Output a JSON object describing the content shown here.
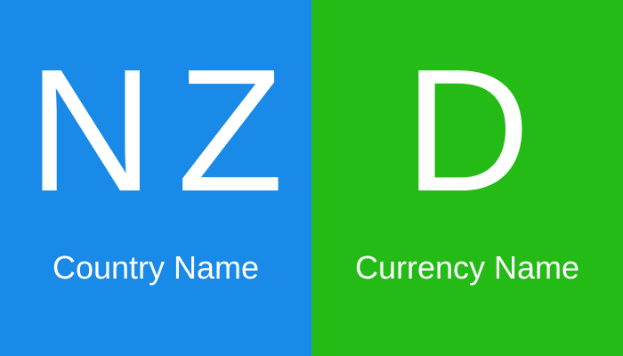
{
  "left_panel": {
    "code": "NZ",
    "label": "Country Name",
    "bg_color": "#1a8ae8"
  },
  "right_panel": {
    "code": "D",
    "label": "Currency Name",
    "bg_color": "#25bb17"
  }
}
